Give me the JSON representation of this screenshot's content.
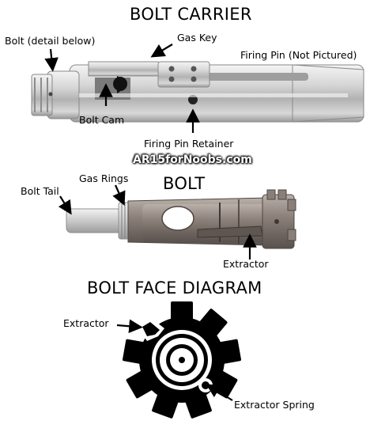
{
  "titles": {
    "carrier": "BOLT CARRIER",
    "bolt": "BOLT",
    "face": "BOLT FACE DIAGRAM"
  },
  "labels": {
    "bolt_detail": "Bolt (detail below)",
    "gas_key": "Gas Key",
    "firing_pin": "Firing Pin (Not Pictured)",
    "bolt_cam": "Bolt Cam",
    "firing_pin_retainer": "Firing Pin Retainer",
    "bolt_tail": "Bolt Tail",
    "gas_rings": "Gas Rings",
    "extractor_bolt": "Extractor",
    "extractor_face": "Extractor",
    "extractor_spring": "Extractor Spring"
  },
  "watermark": "AR15forNoobs.com",
  "colors": {
    "metal_light": "#e6e6e6",
    "metal_mid": "#b8b8b8",
    "metal_dark": "#6e6e6e",
    "bolt_steel": "#8a7f78",
    "diagram_fill": "#000000"
  }
}
